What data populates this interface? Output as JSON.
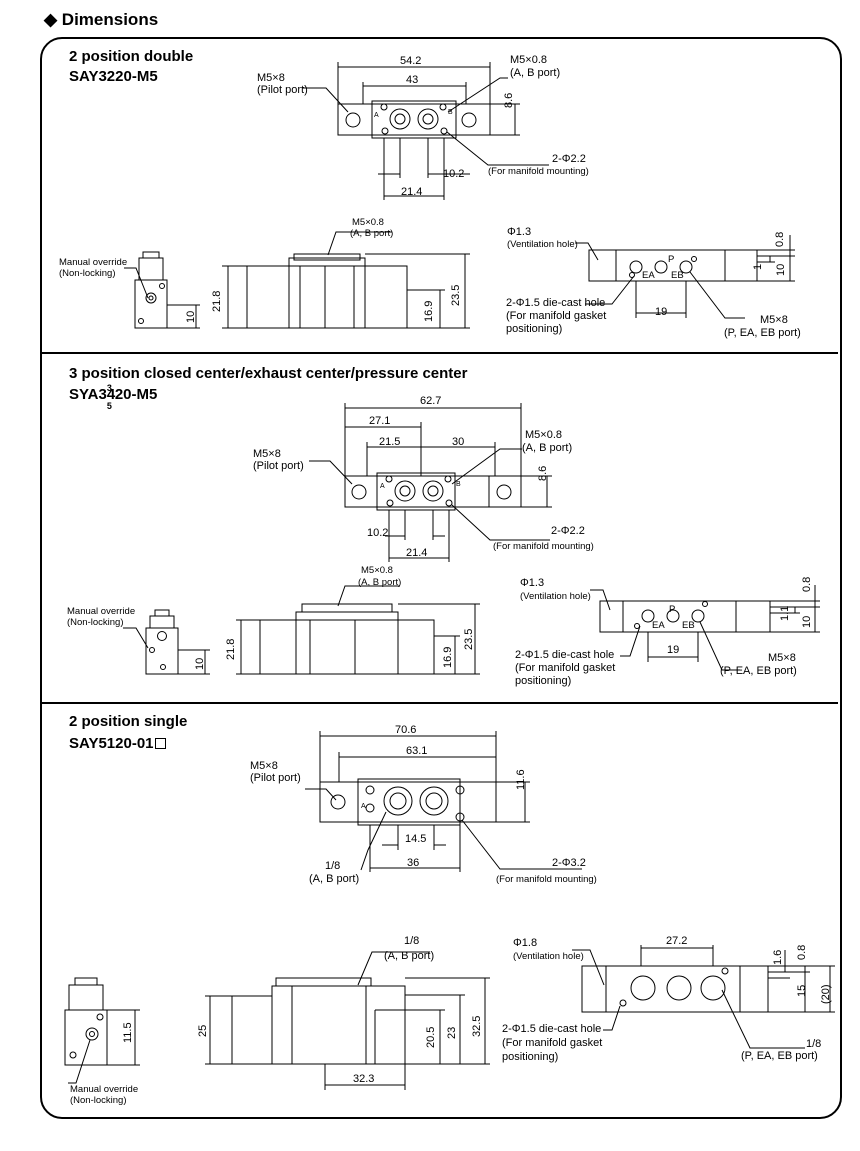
{
  "title": "◆ Dimensions",
  "sections": [
    {
      "heading": "2 position double",
      "model": "SAY3220-M5",
      "top": {
        "dim_overall": "54.2",
        "dim_inner": "43",
        "dim_height": "8.6",
        "dim_pitch": "10.2",
        "dim_span": "21.4",
        "pilot_port": "M5×8",
        "pilot_port_note": "(Pilot port)",
        "ab_port": "M5×0.8",
        "ab_port_note": "(A, B port)",
        "mount_hole": "2-Φ2.2",
        "mount_note": "(For manifold mounting)"
      },
      "front": {
        "manual_override": "Manual override",
        "manual_note": "(Non-locking)",
        "dim_side": "10",
        "dim_h1": "21.8",
        "dim_h2": "16.9",
        "dim_h3": "23.5",
        "ab_port": "M5×0.8",
        "ab_port_note": "(A, B port)"
      },
      "bottom": {
        "vent": "Φ1.3",
        "vent_note": "(Ventilation hole)",
        "dim_a": "0.8",
        "dim_b": "1",
        "dim_c": "10",
        "dim_d": "19",
        "gasket": "2-Φ1.5 die-cast hole",
        "gasket_note1": "(For manifold gasket",
        "gasket_note2": "positioning)",
        "p_port": "M5×8",
        "p_port_note": "(P, EA, EB port)",
        "label_p": "P",
        "label_ea": "EA",
        "label_eb": "EB"
      }
    },
    {
      "heading": "3 position closed center/exhaust center/pressure center",
      "model_prefix": "SYA3",
      "model_sup": "3",
      "model_mid": "4",
      "model_sub": "5",
      "model_suffix": "20-M5",
      "top": {
        "dim_overall": "62.7",
        "dim_a": "27.1",
        "dim_b": "21.5",
        "dim_c": "30",
        "dim_height": "8.6",
        "dim_pitch": "10.2",
        "dim_span": "21.4",
        "pilot_port": "M5×8",
        "pilot_port_note": "(Pilot port)",
        "ab_port": "M5×0.8",
        "ab_port_note": "(A, B port)",
        "mount_hole": "2-Φ2.2",
        "mount_note": "(For manifold mounting)"
      },
      "front": {
        "manual_override": "Manual override",
        "manual_note": "(Non-locking)",
        "dim_side": "10",
        "dim_h1": "21.8",
        "dim_h2": "16.9",
        "dim_h3": "23.5",
        "ab_port": "M5×0.8",
        "ab_port_note": "(A, B port)"
      },
      "bottom": {
        "vent": "Φ1.3",
        "vent_note": "(Ventilation hole)",
        "dim_a": "0.8",
        "dim_b": "1.1",
        "dim_c": "10",
        "dim_d": "19",
        "gasket": "2-Φ1.5 die-cast hole",
        "gasket_note1": "(For manifold gasket",
        "gasket_note2": "positioning)",
        "p_port": "M5×8",
        "p_port_note": "(P, EA, EB port)",
        "label_p": "P",
        "label_ea": "EA",
        "label_eb": "EB"
      }
    },
    {
      "heading": "2 position single",
      "model": "SAY5120-01",
      "top": {
        "dim_overall": "70.6",
        "dim_inner": "63.1",
        "dim_height": "11.6",
        "dim_pitch": "14.5",
        "dim_span": "36",
        "pilot_port": "M5×8",
        "pilot_port_note": "(Pilot port)",
        "ab_port": "1/8",
        "ab_port_note": "(A, B port)",
        "mount_hole": "2-Φ3.2",
        "mount_note": "(For manifold mounting)"
      },
      "front": {
        "manual_override": "Manual override",
        "manual_note": "(Non-locking)",
        "dim_side": "11.5",
        "dim_h1": "25",
        "dim_h2": "20.5",
        "dim_h3": "23",
        "dim_h4": "32.5",
        "dim_w": "32.3",
        "ab_port": "1/8",
        "ab_port_note": "(A, B port)"
      },
      "bottom": {
        "vent": "Φ1.8",
        "vent_note": "(Ventilation hole)",
        "dim_top": "27.2",
        "dim_a": "1.6",
        "dim_b": "0.8",
        "dim_c": "15",
        "dim_d": "(20)",
        "gasket": "2-Φ1.5 die-cast hole",
        "gasket_note1": "(For manifold gasket",
        "gasket_note2": "positioning)",
        "p_port": "1/8",
        "p_port_note": "(P, EA, EB port)"
      }
    }
  ]
}
